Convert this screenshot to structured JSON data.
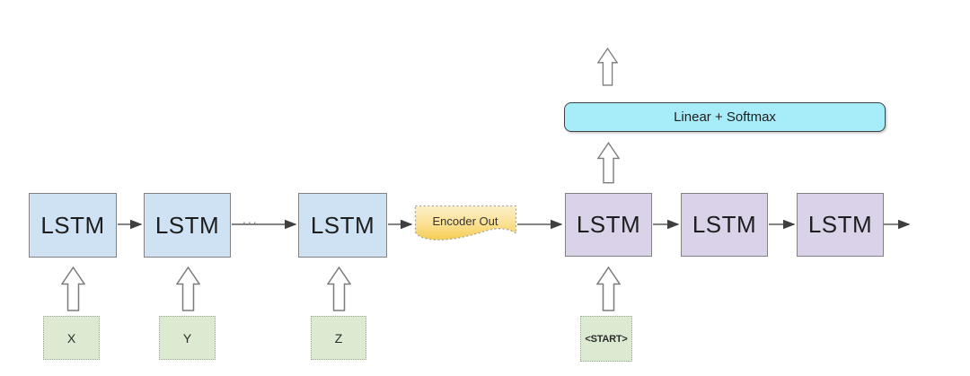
{
  "encoder": {
    "blocks": [
      {
        "label": "LSTM"
      },
      {
        "label": "LSTM"
      },
      {
        "label": "LSTM"
      }
    ],
    "inputs": [
      {
        "label": "X"
      },
      {
        "label": "Y"
      },
      {
        "label": "Z"
      }
    ],
    "ellipsis": "..."
  },
  "bridge": {
    "encoder_out_label": "Encoder Out"
  },
  "decoder": {
    "blocks": [
      {
        "label": "LSTM"
      },
      {
        "label": "LSTM"
      },
      {
        "label": "LSTM"
      }
    ],
    "start_token_label": "<START>",
    "softmax_label": "Linear + Softmax"
  },
  "colors": {
    "encoder_block_fill": "#cfe2f3",
    "decoder_block_fill": "#d9d2e9",
    "token_fill": "#dcead2",
    "softmax_fill": "#a6edf9",
    "encoder_out_fill_top": "#fdf0c9",
    "encoder_out_fill_bottom": "#f6cd52",
    "block_border": "#828282",
    "connector": "#5c5c5c"
  }
}
